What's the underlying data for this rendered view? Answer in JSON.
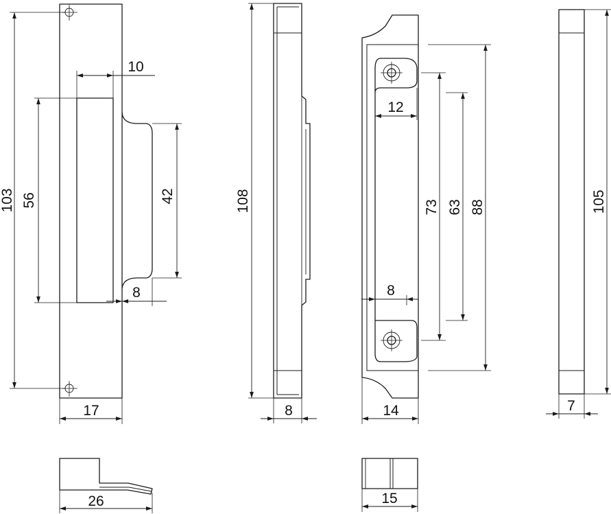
{
  "labels": {
    "strike_height": "103",
    "slot_height": "56",
    "slot_width": "10",
    "lip_height": "42",
    "lip_offset": "8",
    "plate_width": "17",
    "side_height": "108",
    "side_depth": "8",
    "box_outer_height": "88",
    "box_hole_spacing": "73",
    "box_inner_height": "63",
    "box_top_width": "12",
    "box_slot_width": "8",
    "box_width": "14",
    "profile_height": "105",
    "profile_width": "7",
    "bottom_strike_width": "26",
    "bottom_box_width": "15"
  }
}
